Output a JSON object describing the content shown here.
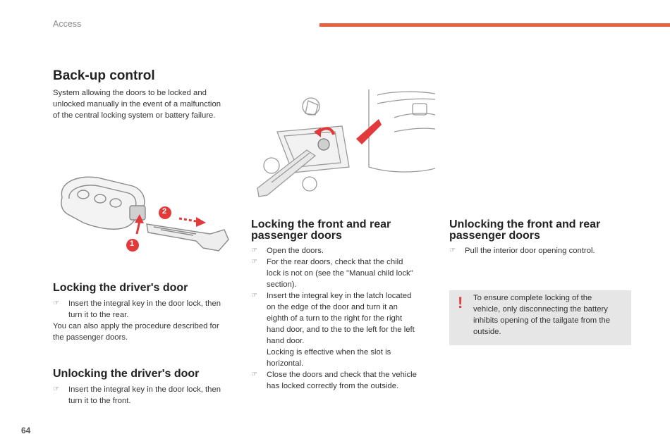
{
  "header": {
    "section": "Access",
    "accent_color": "#e8623f"
  },
  "intro": {
    "title": "Back-up control",
    "text_lines": [
      "System allowing the doors to be locked and",
      "unlocked manually in the event of a malfunction",
      "of the central locking system or battery failure."
    ]
  },
  "key_illustration": {
    "callouts": [
      "1",
      "2"
    ]
  },
  "driver_lock": {
    "title": "Locking the driver's door",
    "bullet_lines": [
      "Insert the integral key in the door lock, then",
      "turn it to the rear."
    ],
    "note_lines": [
      "You can also apply the procedure described for",
      "the passenger doors."
    ]
  },
  "driver_unlock": {
    "title": "Unlocking the driver's door",
    "bullet_lines": [
      "Insert the integral key in the door lock, then",
      "turn it to the front."
    ]
  },
  "passenger_lock": {
    "title_lines": [
      "Locking the front and rear",
      "passenger doors"
    ],
    "bullets": [
      [
        "Open the doors."
      ],
      [
        "For the rear doors, check that the child",
        "lock is not on (see the \"Manual child lock\"",
        "section)."
      ],
      [
        "Insert the integral key in the latch located",
        "on the edge of the door and turn it an",
        "eighth of a turn to the right for the right",
        "hand door, and to the to the left for the left",
        "hand door.",
        "Locking is effective when the slot is",
        "horizontal."
      ],
      [
        "Close the doors and check that the vehicle",
        "has locked correctly from the outside."
      ]
    ]
  },
  "passenger_unlock": {
    "title_lines": [
      "Unlocking the front and rear",
      "passenger doors"
    ],
    "bullet_lines": [
      "Pull the interior door opening control."
    ]
  },
  "warning": {
    "mark": "!",
    "text_lines": [
      "To ensure complete locking of the",
      "vehicle, only disconnecting the battery",
      "inhibits opening of the tailgate from the",
      "outside."
    ],
    "box_color": "#e6e6e6",
    "mark_color": "#e23a3a"
  },
  "bullet_marker": "☞",
  "page_number": "64"
}
